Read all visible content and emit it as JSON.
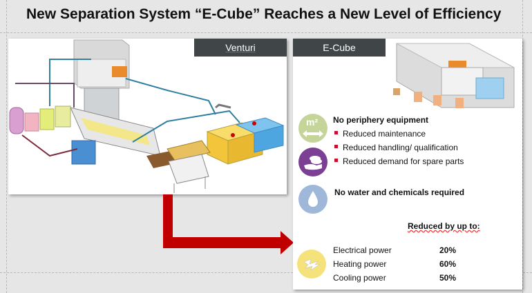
{
  "header": {
    "title": "New Separation System “E-Cube” Reaches a New Level of Efficiency"
  },
  "left_panel": {
    "tab_label": "Venturi"
  },
  "right_panel": {
    "tab_label": "E-Cube",
    "feature1": {
      "icon_text": "m²",
      "heading": "No periphery equipment",
      "bullets": [
        "Reduced maintenance",
        "Reduced handling/ qualification",
        "Reduced demand for spare parts"
      ]
    },
    "feature2": {
      "heading": "No water and chemicals required"
    },
    "savings": {
      "heading": "Reduced by up to:",
      "rows": [
        {
          "label": "Electrical power",
          "value": "20%"
        },
        {
          "label": "Heating power",
          "value": "60%"
        },
        {
          "label": "Cooling power",
          "value": "50%"
        }
      ]
    }
  },
  "colors": {
    "tab_bg": "#404547",
    "bullet": "#c8102e",
    "arrow": "#c00000",
    "icon_green": "#c5d59a",
    "icon_purple": "#7b3f93",
    "icon_blue": "#9fb7d8",
    "icon_yellow": "#f5e27a"
  }
}
